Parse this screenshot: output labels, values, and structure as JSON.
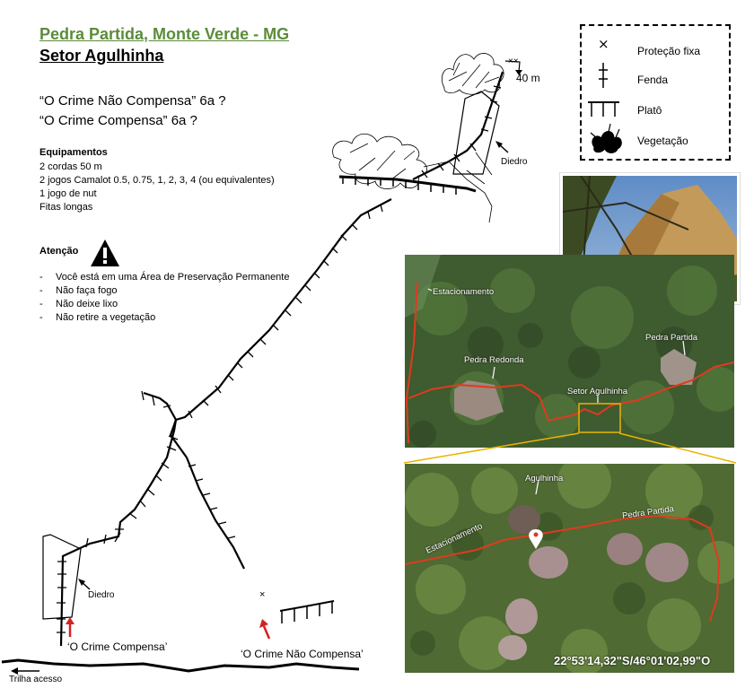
{
  "header": {
    "title": "Pedra Partida, Monte Verde - MG",
    "subtitle": "Setor Agulhinha"
  },
  "routes": {
    "route1": "“O Crime Não Compensa” 6a ?",
    "route2": "“O Crime Compensa” 6a ?"
  },
  "equipment": {
    "heading": "Equipamentos",
    "items": [
      "2 cordas 50 m",
      "2 jogos Camalot 0.5, 0.75, 1, 2, 3, 4 (ou equivalentes)",
      "1 jogo de nut",
      "Fitas longas"
    ]
  },
  "attention": {
    "heading": "Atenção",
    "items": [
      "Você está em uma Área de Preservação Permanente",
      "Não faça fogo",
      "Não deixe lixo",
      "Não retire a vegetação"
    ]
  },
  "legend": {
    "items": [
      "Proteção fixa",
      "Fenda",
      "Platô",
      "Vegetação"
    ]
  },
  "topo_labels": {
    "length": "40 m",
    "diedro_top": "Diedro",
    "diedro_bottom": "Diedro",
    "crime_compensa": "‘O Crime Compensa’",
    "crime_nao_compensa": "‘O Crime Não Compensa’",
    "trilha": "Trilha acesso"
  },
  "satellite_overview": {
    "labels": {
      "estacionamento": "Estacionamento",
      "pedra_partida": "Pedra Partida",
      "pedra_redonda": "Pedra Redonda",
      "setor": "Setor Agulhinha"
    }
  },
  "satellite_zoom": {
    "labels": {
      "agulhinha": "Agulhinha",
      "pedra_partida": "Pedra Partida",
      "estacionamento": "Estacionamento"
    },
    "coordinates": "22°53'14,32\"S/46°01'02,99\"O"
  },
  "colors": {
    "title_green": "#5b8c3a",
    "route_line": "#e03a1e",
    "zoom_frame": "#e8b400",
    "arrow_red": "#d42020"
  }
}
